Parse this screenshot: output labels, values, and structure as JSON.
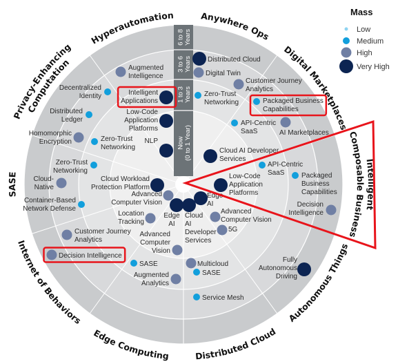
{
  "colors": {
    "ring_outer": "#c9cbcd",
    "ring_3": "#d8d9db",
    "ring_2": "#e3e4e5",
    "ring_now": "#efefef",
    "band": "#6c7377",
    "highlight": "#e8141b",
    "low": "#8ed3f1",
    "medium": "#129fdc",
    "high": "#6f7fa4",
    "very_high": "#0c2452"
  },
  "legend": {
    "title": "Mass",
    "items": [
      {
        "key": "low",
        "label": "Low"
      },
      {
        "key": "medium",
        "label": "Medium"
      },
      {
        "key": "high",
        "label": "High"
      },
      {
        "key": "very_high",
        "label": "Very High"
      }
    ]
  },
  "rings": [
    [
      "6 to 8",
      "Years"
    ],
    [
      "3 to 6",
      "Years"
    ],
    [
      "1 to 3",
      "Years"
    ],
    [
      "Now",
      "(0 to 1 Year)"
    ]
  ],
  "trends": [
    [
      "Anywhere Ops"
    ],
    [
      "Digital Marketplaces"
    ],
    [
      "Intelligent",
      "Composable Business"
    ],
    [
      "Autonomous Things"
    ],
    [
      "Distributed Cloud"
    ],
    [
      "Edge Computing"
    ],
    [
      "Internet of Behaviors"
    ],
    [
      "SASE"
    ],
    [
      "Privacy-Enhancing",
      "Computation"
    ],
    [
      "Hyperautomation"
    ]
  ],
  "technologies": [
    {
      "lines": [
        "Distributed Cloud"
      ],
      "mass": "very_high"
    },
    {
      "lines": [
        "Digital Twin"
      ],
      "mass": "high"
    },
    {
      "lines": [
        "Augmented",
        "Intelligence"
      ],
      "mass": "high"
    },
    {
      "lines": [
        "Decentralized",
        "Identity"
      ],
      "mass": "medium"
    },
    {
      "lines": [
        "Intelligent",
        "Applications"
      ],
      "mass": "very_high",
      "highlighted": true
    },
    {
      "lines": [
        "Low-Code",
        "Application",
        "Platforms"
      ],
      "mass": "very_high"
    },
    {
      "lines": [
        "NLP"
      ],
      "mass": "very_high"
    },
    {
      "lines": [
        "Distributed",
        "Ledger"
      ],
      "mass": "medium"
    },
    {
      "lines": [
        "Homomorphic",
        "Encryption"
      ],
      "mass": "high"
    },
    {
      "lines": [
        "Zero-Trust",
        "Networking"
      ],
      "mass": "medium"
    },
    {
      "lines": [
        "Zero-Trust",
        "Networking"
      ],
      "mass": "medium"
    },
    {
      "lines": [
        "Cloud-",
        "Native"
      ],
      "mass": "high"
    },
    {
      "lines": [
        "Container-Based",
        "Network Defense"
      ],
      "mass": "medium"
    },
    {
      "lines": [
        "Cloud Workload",
        "Protection Platform"
      ],
      "mass": "very_high"
    },
    {
      "lines": [
        "Advanced",
        "Computer Vision"
      ],
      "mass": "high"
    },
    {
      "lines": [
        "Edge",
        "AI"
      ],
      "mass": "very_high"
    },
    {
      "lines": [
        "Cloud",
        "AI",
        "Developer",
        "Services"
      ],
      "mass": "very_high"
    },
    {
      "lines": [
        "Edge",
        "AI"
      ],
      "mass": "very_high"
    },
    {
      "lines": [
        "Low-Code",
        "Application",
        "Platforms"
      ],
      "mass": "very_high"
    },
    {
      "lines": [
        "Cloud AI Developer",
        "Services"
      ],
      "mass": "very_high"
    },
    {
      "lines": [
        "API-Centric",
        "SaaS"
      ],
      "mass": "medium"
    },
    {
      "lines": [
        "AI Marketplaces"
      ],
      "mass": "high"
    },
    {
      "lines": [
        "API-Centric",
        "SaaS"
      ],
      "mass": "medium"
    },
    {
      "lines": [
        "Packaged",
        "Business",
        "Capabilities"
      ],
      "mass": "medium"
    },
    {
      "lines": [
        "Decision",
        "Intelligence"
      ],
      "mass": "high"
    },
    {
      "lines": [
        "Customer Journey",
        "Analytics"
      ],
      "mass": "high"
    },
    {
      "lines": [
        "Zero-Trust",
        "Networking"
      ],
      "mass": "medium"
    },
    {
      "lines": [
        "Packaged Business",
        "Capabilities"
      ],
      "mass": "medium",
      "highlighted": true
    },
    {
      "lines": [
        "Location",
        "Tracking"
      ],
      "mass": "high"
    },
    {
      "lines": [
        "Advanced",
        "Computer Vision"
      ],
      "mass": "high"
    },
    {
      "lines": [
        "5G"
      ],
      "mass": "high"
    },
    {
      "lines": [
        "Advanced",
        "Computer",
        "Vision"
      ],
      "mass": "high"
    },
    {
      "lines": [
        "Multicloud"
      ],
      "mass": "high"
    },
    {
      "lines": [
        "Customer Journey",
        "Analytics"
      ],
      "mass": "high"
    },
    {
      "lines": [
        "Decision Intelligence"
      ],
      "mass": "high",
      "highlighted": true
    },
    {
      "lines": [
        "SASE"
      ],
      "mass": "medium"
    },
    {
      "lines": [
        "Augmented",
        "Analytics"
      ],
      "mass": "high"
    },
    {
      "lines": [
        "SASE"
      ],
      "mass": "medium"
    },
    {
      "lines": [
        "Service Mesh"
      ],
      "mass": "medium"
    },
    {
      "lines": [
        "Fully",
        "Autonomous",
        "Driving"
      ],
      "mass": "very_high"
    }
  ]
}
